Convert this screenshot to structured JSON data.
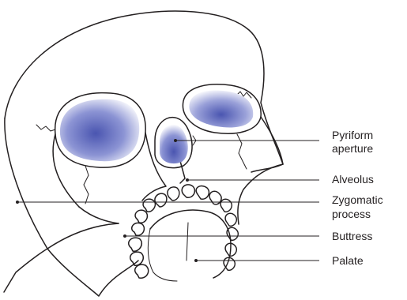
{
  "labels": {
    "pyriform_line1": "Pyriform",
    "pyriform_line2": "aperture",
    "alveolus": "Alveolus",
    "zygomatic_line1": "Zygomatic",
    "zygomatic_line2": "process",
    "buttress": "Buttress",
    "palate": "Palate"
  },
  "colors": {
    "outline": "#231f20",
    "shading_dark": "#4a55b0",
    "shading_light": "#ffffff"
  }
}
